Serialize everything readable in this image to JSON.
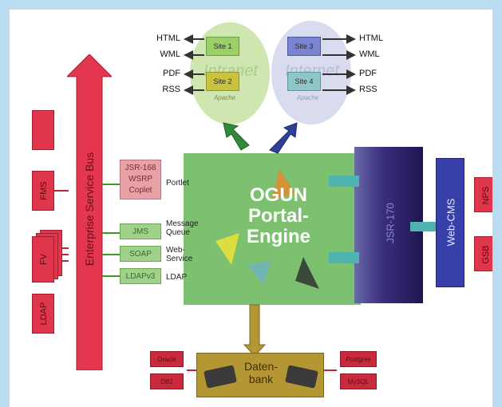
{
  "colors": {
    "frame": "#b9dcf0",
    "engine": "#7dc170",
    "red": "#e0364c",
    "esb": "#e5364f",
    "jsr_bar": "#3b2f7f",
    "webcms": "#3740a8",
    "db": "#b49632"
  },
  "left_boxes": [
    "FMS",
    "FV",
    "LDAP"
  ],
  "esb_label": "Enterprise Service Bus",
  "engine": {
    "line1": "OGUN",
    "line2": "Portal-",
    "line3": "Engine"
  },
  "interfaces": [
    {
      "box": "JSR-168\nWSRP\nCoplet",
      "label": "Portlet"
    },
    {
      "box": "JMS",
      "label": "Message\nQueue"
    },
    {
      "box": "SOAP",
      "label": "Web-\nService"
    },
    {
      "box": "LDAPv3",
      "label": "LDAP"
    }
  ],
  "jsr170": "JSR-170",
  "webcms": "Web-CMS",
  "right_boxes": [
    "NPS",
    "GSB"
  ],
  "intranet_label": "Intranet",
  "internet_label": "Internet",
  "sites": [
    "Site 1",
    "Site 2",
    "Site 3",
    "Site 4"
  ],
  "apache": "Apache",
  "formats_left": [
    "HTML",
    "WML",
    "PDF",
    "RSS"
  ],
  "formats_right": [
    "HTML",
    "WML",
    "PDF",
    "RSS"
  ],
  "db": {
    "line1": "Daten-",
    "line2": "bank"
  },
  "db_left": [
    "Oracle",
    "DB2"
  ],
  "db_right": [
    "Postgres",
    "MySQL"
  ]
}
